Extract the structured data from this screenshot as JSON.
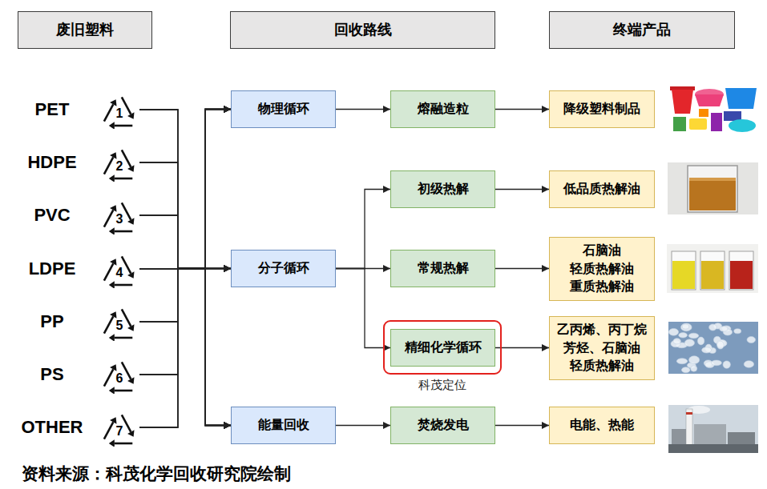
{
  "diagram": {
    "caption": "资料来源：科茂化学回收研究院绘制",
    "nodes": [
      {
        "text": [
          "废旧塑料"
        ]
      },
      {
        "text": [
          "回收路线"
        ]
      },
      {
        "text": [
          "终端产品"
        ]
      },
      {
        "text": [
          "PET",
          "1"
        ]
      },
      {
        "text": [
          "HDPE",
          "2"
        ]
      },
      {
        "text": [
          "PVC",
          "3"
        ]
      },
      {
        "text": [
          "LDPE",
          "4"
        ]
      },
      {
        "text": [
          "PP",
          "5"
        ]
      },
      {
        "text": [
          "PS",
          "6"
        ]
      },
      {
        "text": [
          "OTHER",
          "7"
        ]
      },
      {
        "text": [
          "物理循环"
        ]
      },
      {
        "text": [
          "熔融造粒"
        ]
      },
      {
        "text": [
          "降级塑料制品"
        ]
      },
      {
        "text": [
          "初级热解"
        ]
      },
      {
        "text": [
          "低品质热解油"
        ]
      },
      {
        "text": [
          "分子循环"
        ]
      },
      {
        "text": [
          "常规热解"
        ]
      },
      {
        "text": [
          "石脑油 轻质热解油 重质热解油"
        ]
      },
      {
        "text": [
          "科茂定位"
        ]
      },
      {
        "text": [
          "精细化学循环"
        ],
        "in": 18
      },
      {
        "text": [
          "乙丙烯、丙丁烷 芳烃、石脑油 轻质热解油"
        ]
      },
      {
        "text": [
          "能量回收"
        ]
      },
      {
        "text": [
          "焚烧发电"
        ]
      },
      {
        "text": [
          "电能、热能"
        ]
      }
    ],
    "edges": [
      {
        "from": 3,
        "to": 10,
        "arrow": "to"
      },
      {
        "from": 3,
        "to": 15,
        "arrow": "to"
      },
      {
        "from": 3,
        "to": 21,
        "arrow": "to"
      },
      {
        "from": 4,
        "to": 10,
        "arrow": "to"
      },
      {
        "from": 4,
        "to": 15,
        "arrow": "to"
      },
      {
        "from": 4,
        "to": 21,
        "arrow": "to"
      },
      {
        "from": 5,
        "to": 10,
        "arrow": "to"
      },
      {
        "from": 5,
        "to": 15,
        "arrow": "to"
      },
      {
        "from": 5,
        "to": 21,
        "arrow": "to"
      },
      {
        "from": 6,
        "to": 10,
        "arrow": "to"
      },
      {
        "from": 6,
        "to": 15,
        "arrow": "to"
      },
      {
        "from": 6,
        "to": 21,
        "arrow": "to"
      },
      {
        "from": 7,
        "to": 10,
        "arrow": "to"
      },
      {
        "from": 7,
        "to": 15,
        "arrow": "to"
      },
      {
        "from": 7,
        "to": 21,
        "arrow": "to"
      },
      {
        "from": 8,
        "to": 10,
        "arrow": "to"
      },
      {
        "from": 8,
        "to": 15,
        "arrow": "to"
      },
      {
        "from": 8,
        "to": 21,
        "arrow": "to"
      },
      {
        "from": 9,
        "to": 10,
        "arrow": "to"
      },
      {
        "from": 9,
        "to": 15,
        "arrow": "to"
      },
      {
        "from": 9,
        "to": 21,
        "arrow": "to"
      },
      {
        "from": 10,
        "to": 11,
        "arrow": "to"
      },
      {
        "from": 11,
        "to": 12,
        "arrow": "to"
      },
      {
        "from": 15,
        "to": 13,
        "arrow": "to"
      },
      {
        "from": 15,
        "to": 16,
        "arrow": "to"
      },
      {
        "from": 15,
        "to": 19,
        "arrow": "to"
      },
      {
        "from": 13,
        "to": 14,
        "arrow": "to"
      },
      {
        "from": 16,
        "to": 17,
        "arrow": "to"
      },
      {
        "from": 19,
        "to": 20,
        "arrow": "to"
      },
      {
        "from": 21,
        "to": 22,
        "arrow": "to"
      },
      {
        "from": 22,
        "to": 23,
        "arrow": "to"
      }
    ]
  }
}
